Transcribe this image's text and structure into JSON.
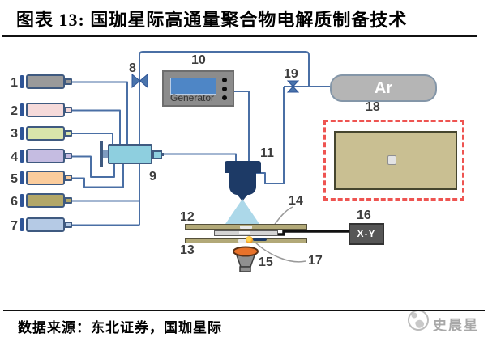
{
  "header": {
    "title": "图表 13: 国珈星际高通量聚合物电解质制备技术"
  },
  "footer": {
    "source": "数据来源：东北证券，国珈星际",
    "watermark": "史晨星"
  },
  "diagram": {
    "syringes": [
      {
        "label": "1",
        "color": "#9a9a9a"
      },
      {
        "label": "2",
        "color": "#f5dada"
      },
      {
        "label": "3",
        "color": "#d9e5ab"
      },
      {
        "label": "4",
        "color": "#c5bce1"
      },
      {
        "label": "5",
        "color": "#fbcc9c"
      },
      {
        "label": "6",
        "color": "#b2a768"
      },
      {
        "label": "7",
        "color": "#b5cae5"
      }
    ],
    "valve8": {
      "label": "8"
    },
    "mixer": {
      "label": "9"
    },
    "generator": {
      "label": "10",
      "text": "Generator"
    },
    "spray_nozzle": {
      "label": "11"
    },
    "collector_top": {
      "label": "12"
    },
    "collector_bottom": {
      "label": "13"
    },
    "substrate_pointer": {
      "label": "14"
    },
    "crucible": {
      "label": "15"
    },
    "xy_stage": {
      "label": "16",
      "text": "X-Y"
    },
    "sample_pointer": {
      "label": "17"
    },
    "argon_tank": {
      "label": "18",
      "text": "Ar"
    },
    "valve19": {
      "label": "19"
    },
    "colors": {
      "line": "#4a6fa5",
      "valve": "#4a74ac",
      "mixer": "#8ecfdf",
      "nozzle": "#1d3a66",
      "spray": "#a8d6e8",
      "collector_bar": "#b2a978",
      "substrate_plate": "#d4d4d4",
      "argon_tank": "#b5b5b5",
      "generator_box": "#8c8c8c",
      "generator_screen": "#4e86c6",
      "xy_stage": "#565656",
      "dashed_border": "#ee5451",
      "sample_plate": "#c9bf92",
      "crucible_top": "#e8722a"
    }
  }
}
